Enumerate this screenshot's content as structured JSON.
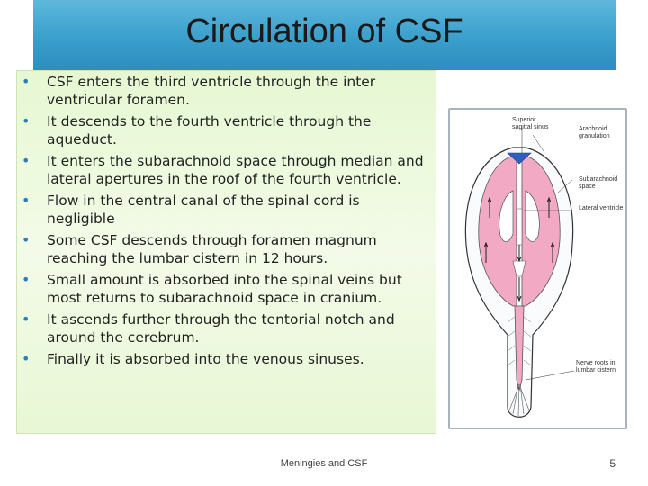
{
  "slide": {
    "title": "Circulation of CSF",
    "bullets": [
      "CSF enters the third ventricle through the inter ventricular foramen.",
      "It descends to the fourth ventricle through the aqueduct.",
      "It enters the subarachnoid space through median and lateral apertures in the roof of the fourth ventricle.",
      "Flow in the central canal of the spinal cord is negligible",
      "Some CSF descends through foramen magnum reaching the lumbar cistern in 12 hours.",
      "Small amount is absorbed into the spinal veins but most returns to subarachnoid space in cranium.",
      "It ascends further through the tentorial notch and around the cerebrum.",
      "Finally it is absorbed into the venous sinuses."
    ],
    "footer": "Meningies and CSF",
    "page_number": "5"
  },
  "figure": {
    "labels": {
      "superior_sagittal_sinus": "Superior sagittal sinus",
      "arachnoid_granulation": "Arachnoid granulation",
      "subarachnoid_space": "Subarachnoid space",
      "lateral_ventricle": "Lateral ventricle",
      "nerve_roots": "Nerve roots in lumbar cistern"
    }
  },
  "colors": {
    "title_bar": "#3a9fcc",
    "bullet_box": "#eaf8d8",
    "bullet_marker": "#2b7fb8",
    "brain_tissue": "#f2a9c4",
    "sinus": "#2f5fc4"
  }
}
